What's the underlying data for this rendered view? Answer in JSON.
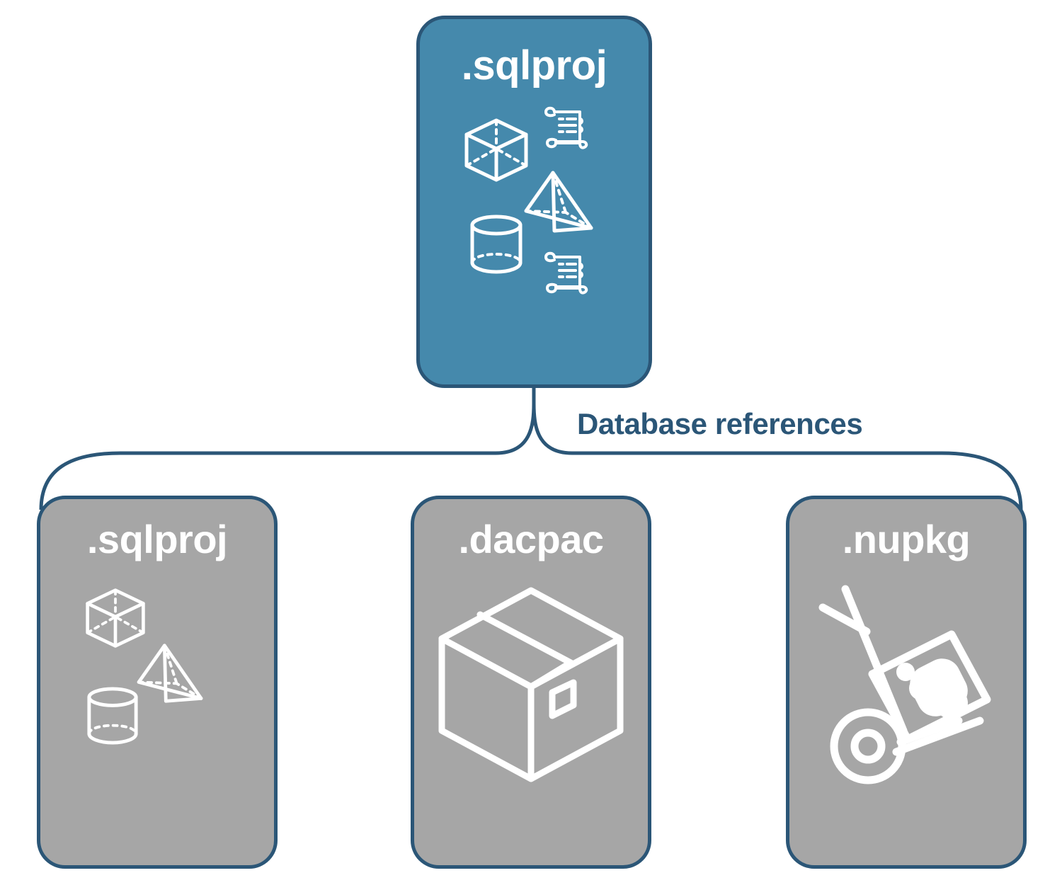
{
  "diagram": {
    "title": "Database references",
    "colors": {
      "primary_card_fill": "#4589ac",
      "secondary_card_fill": "#a6a6a6",
      "card_border": "#2b5677",
      "connector": "#2b5677",
      "label_text": "#2b5677",
      "card_text": "#ffffff",
      "background": "#ffffff"
    },
    "connector_label": "Database references"
  },
  "root_card": {
    "label": ".sqlproj",
    "fill": "#4589ac",
    "icons": [
      "cube-icon",
      "script-scroll-icon",
      "pyramid-icon",
      "cylinder-icon",
      "script-scroll-icon"
    ]
  },
  "reference_cards": [
    {
      "label": ".sqlproj",
      "fill": "#a6a6a6",
      "icons": [
        "cube-icon",
        "pyramid-icon",
        "cylinder-icon"
      ]
    },
    {
      "label": ".dacpac",
      "fill": "#a6a6a6",
      "icons": [
        "shipping-box-icon"
      ]
    },
    {
      "label": ".nupkg",
      "fill": "#a6a6a6",
      "icons": [
        "hand-truck-package-icon"
      ]
    }
  ]
}
